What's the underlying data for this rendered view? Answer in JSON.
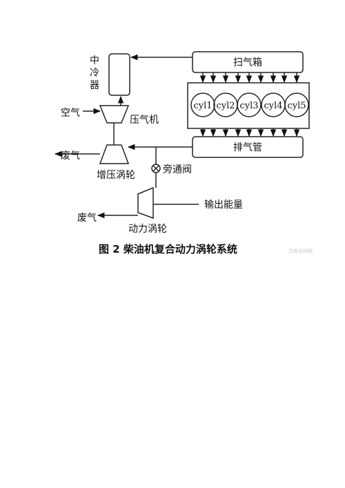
{
  "labels": {
    "intercooler": [
      "中",
      "冷",
      "器"
    ],
    "scavenge_box": "扫气箱",
    "exhaust_pipe": "排气管",
    "air_in": "空气",
    "compressor": "压气机",
    "exhaust_out_turbo": "废气",
    "turbocharger": "增压涡轮",
    "bypass_valve": "旁通阀",
    "output_energy": "输出能量",
    "exhaust_out_power": "废气",
    "power_turbine": "动力涡轮"
  },
  "cylinders": [
    "cyl1",
    "cyl2",
    "cyl3",
    "cyl4",
    "cyl5"
  ],
  "caption": "图 2   柴油机复合动力涡轮系统",
  "watermark": "文库百科网"
}
